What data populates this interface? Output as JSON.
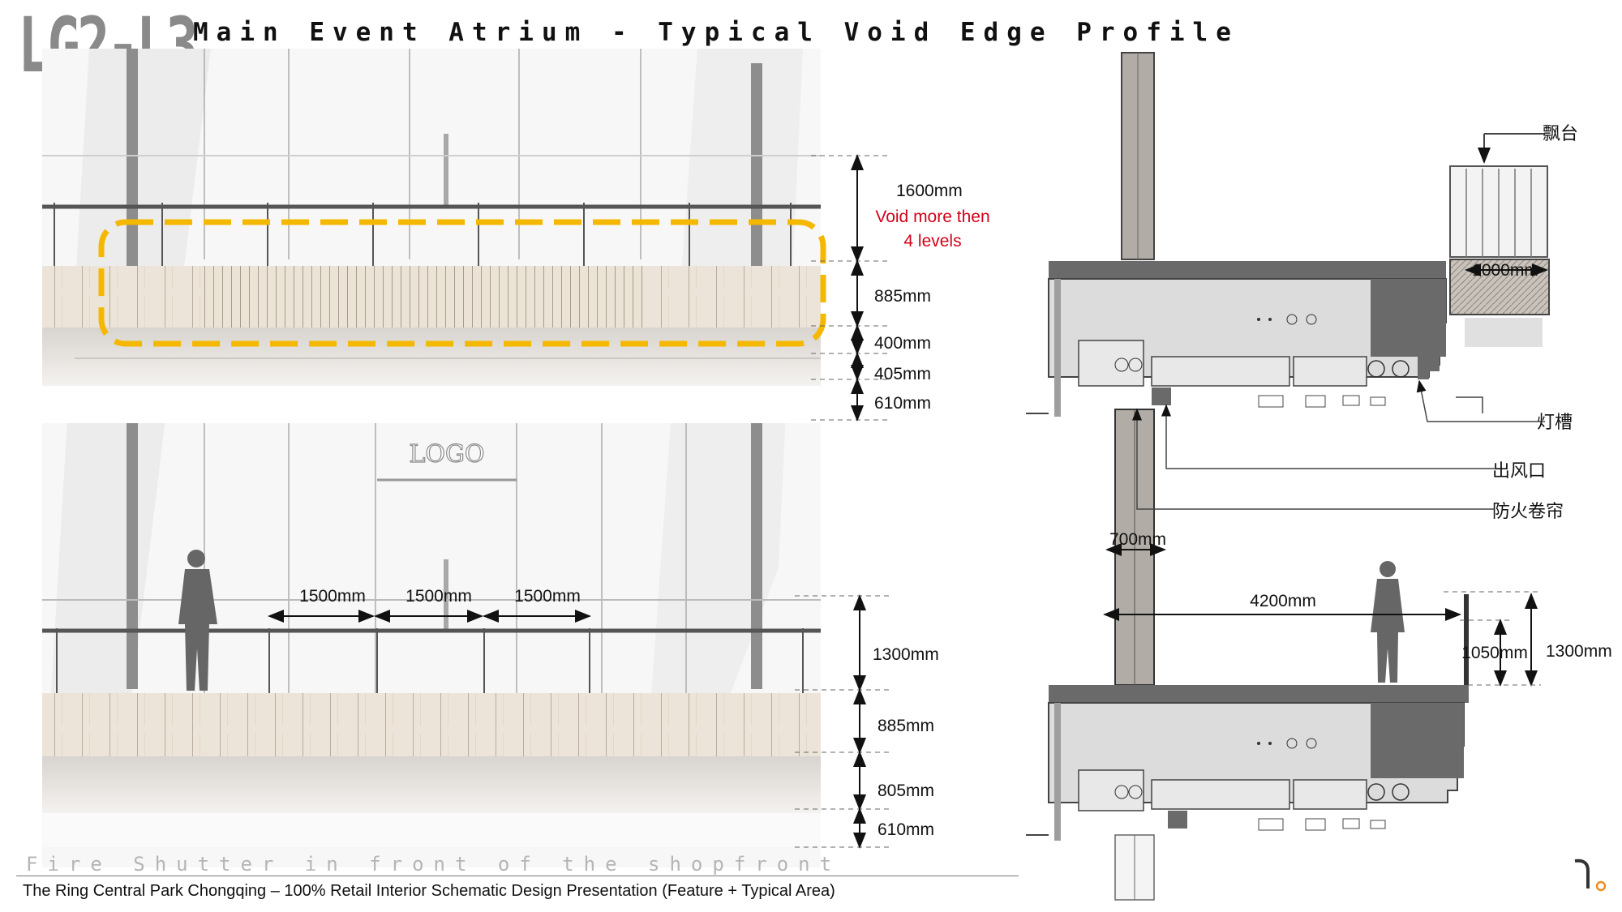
{
  "header": {
    "code": "LG2-L3",
    "title": "Main Event Atrium - Typical Void Edge Profile"
  },
  "elevation": {
    "upper_dims": [
      "1600mm",
      "885mm",
      "400mm",
      "405mm",
      "610mm"
    ],
    "note_lines": [
      "Void more then",
      "4 levels"
    ],
    "logo": "LOGO",
    "spacing": [
      "1500mm",
      "1500mm",
      "1500mm"
    ],
    "lower_dims": [
      "1300mm",
      "885mm",
      "805mm",
      "610mm"
    ]
  },
  "section": {
    "labels": {
      "canopy": "飘台",
      "light_slot": "灯槽",
      "air_outlet": "出风口",
      "fire_shutter": "防火卷帘"
    },
    "dims": {
      "d1000": "1000mm",
      "d700": "700mm",
      "d4200": "4200mm",
      "d1050": "1050mm",
      "d1300": "1300mm"
    }
  },
  "subtitle": "Fire Shutter in front of the shopfront",
  "footer": "The Ring Central Park Chongqing – 100%  Retail Interior Schematic Design Presentation (Feature + Typical Area)",
  "colors": {
    "highlight": "#f5b800",
    "note": "#d0021b",
    "logo_mark": "#f08c1e"
  }
}
